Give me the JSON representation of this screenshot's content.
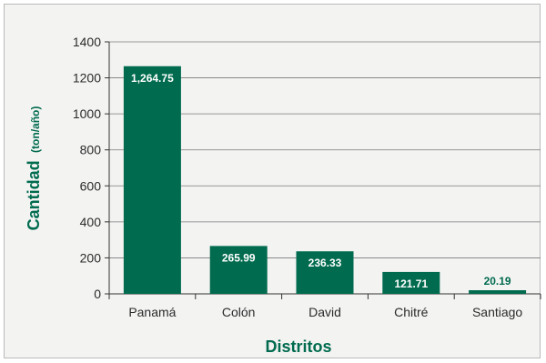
{
  "chart_data": {
    "type": "bar",
    "categories": [
      "Panamá",
      "Colón",
      "David",
      "Chitré",
      "Santiago"
    ],
    "values": [
      1264.75,
      265.99,
      236.33,
      121.71,
      20.19
    ],
    "data_labels": [
      "1,264.75",
      "265.99",
      "236.33",
      "121.71",
      "20.19"
    ],
    "xlabel": "Distritos",
    "ylabel": "Cantidad",
    "ylabel_unit": "(ton/año)",
    "ylim": [
      0,
      1400
    ],
    "yticks": [
      0,
      200,
      400,
      600,
      800,
      1000,
      1200,
      1400
    ],
    "ytick_labels": [
      "0",
      "200",
      "400",
      "600",
      "800",
      "1000",
      "1200",
      "1400"
    ],
    "grid": true,
    "legend": "none",
    "bar_color": "#006b4e",
    "label_color": "#006b4e",
    "label_on_bar_color": "#ffffff"
  }
}
